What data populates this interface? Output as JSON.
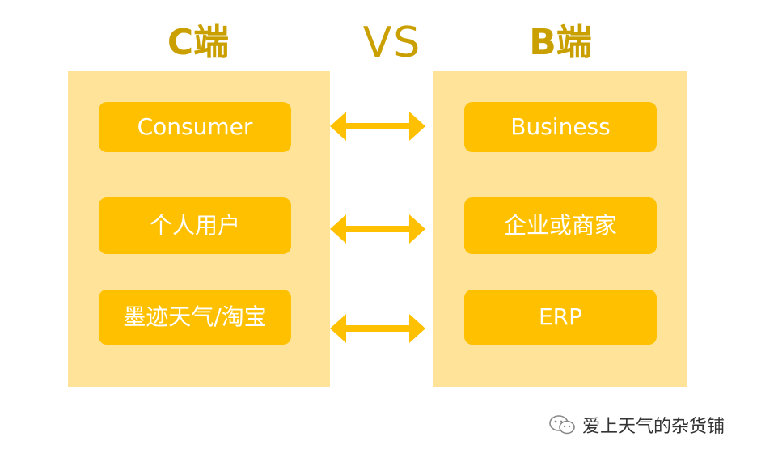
{
  "headings": {
    "left": "C端",
    "center": "VS",
    "right": "B端"
  },
  "left_items": [
    "Consumer",
    "个人用户",
    "墨迹天气/淘宝"
  ],
  "right_items": [
    "Business",
    "企业或商家",
    "ERP"
  ],
  "watermark": "爱上天气的杂货铺",
  "colors": {
    "heading": "#C9A000",
    "panel": "#FFE399",
    "pill": "#FFC000",
    "arrow": "#FFC000",
    "pill_text": "#ffffff"
  }
}
